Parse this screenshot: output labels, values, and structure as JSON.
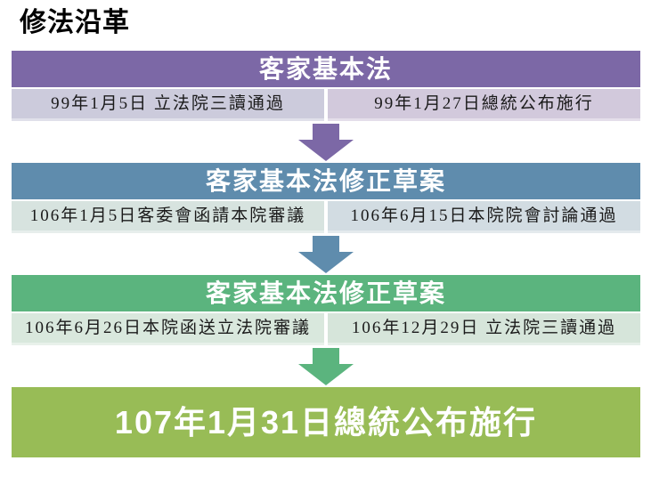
{
  "page": {
    "title": "修法沿革",
    "background": "#ffffff"
  },
  "sections": [
    {
      "header": "客家基本法",
      "header_color": "#7c68a6",
      "arrow_color": "#7c68a6",
      "items": [
        {
          "text": "99年1月5日 立法院三讀通過",
          "fill": "#cccbdc"
        },
        {
          "text": "99年1月27日總統公布施行",
          "fill": "#d2c9dc"
        }
      ]
    },
    {
      "header": "客家基本法修正草案",
      "header_color": "#5f8cad",
      "arrow_color": "#5f8cad",
      "items": [
        {
          "text": "106年1月5日客委會函請本院審議",
          "fill": "#d7e3df"
        },
        {
          "text": "106年6月15日本院院會討論通過",
          "fill": "#d2dce2"
        }
      ]
    },
    {
      "header": "客家基本法修正草案",
      "header_color": "#5bb47e",
      "arrow_color": "#5bb47e",
      "items": [
        {
          "text": "106年6月26日本院函送立法院審議",
          "fill": "#d9e8dd"
        },
        {
          "text": "106年12月29日 立法院三讀通過",
          "fill": "#d6e5da"
        }
      ]
    }
  ],
  "result": {
    "text": "107年1月31日總統公布施行",
    "fill": "#98bc56"
  },
  "text_colors": {
    "title": "#000000",
    "band_text": "#ffffff",
    "cell_text": "#1a1a1a"
  }
}
